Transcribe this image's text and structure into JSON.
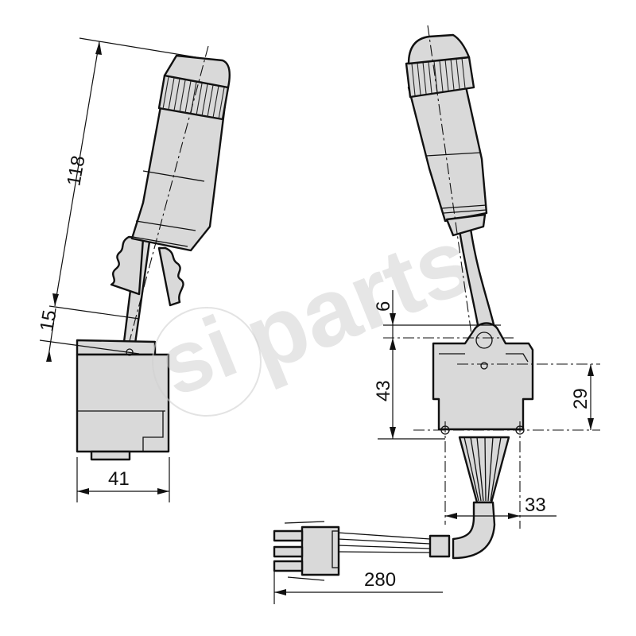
{
  "drawing": {
    "type": "technical dimension drawing",
    "subject": "steering column combination switch lever",
    "fill_color": "#d9d9d9",
    "line_color": "#111111",
    "background": "#ffffff"
  },
  "side_view": {
    "dimensions": {
      "lever_length": "118",
      "pivot_offset": "15",
      "housing_width": "41"
    }
  },
  "front_view": {
    "dimensions": {
      "pivot_to_housing_top": "6",
      "housing_height": "43",
      "mounting_hole_spacing": "29",
      "cable_exit_width": "33",
      "cable_length": "280"
    }
  },
  "watermark": {
    "text_si": "si",
    "text_parts": "parts"
  }
}
